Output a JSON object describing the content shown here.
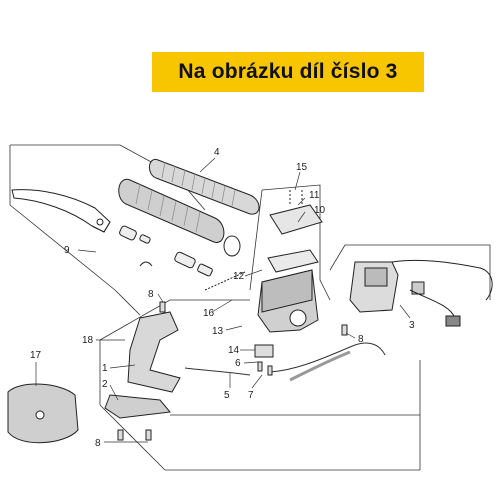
{
  "banner": {
    "text": "Na obrázku díl číslo 3",
    "color": "#f7c600"
  },
  "callouts": [
    "1",
    "2",
    "3",
    "4",
    "5",
    "6",
    "7",
    "8",
    "9",
    "10",
    "11",
    "12",
    "13",
    "14",
    "15",
    "16",
    "17",
    "18"
  ],
  "label_positions": {
    "4": "4",
    "15": "15",
    "11": "11",
    "10": "10",
    "9": "9",
    "12": "12",
    "8a": "8",
    "16": "16",
    "13": "13",
    "14": "14",
    "6": "6",
    "5": "5",
    "7": "7",
    "3": "3",
    "8b": "8",
    "17": "17",
    "18": "18",
    "1": "1",
    "2": "2",
    "8c": "8"
  }
}
